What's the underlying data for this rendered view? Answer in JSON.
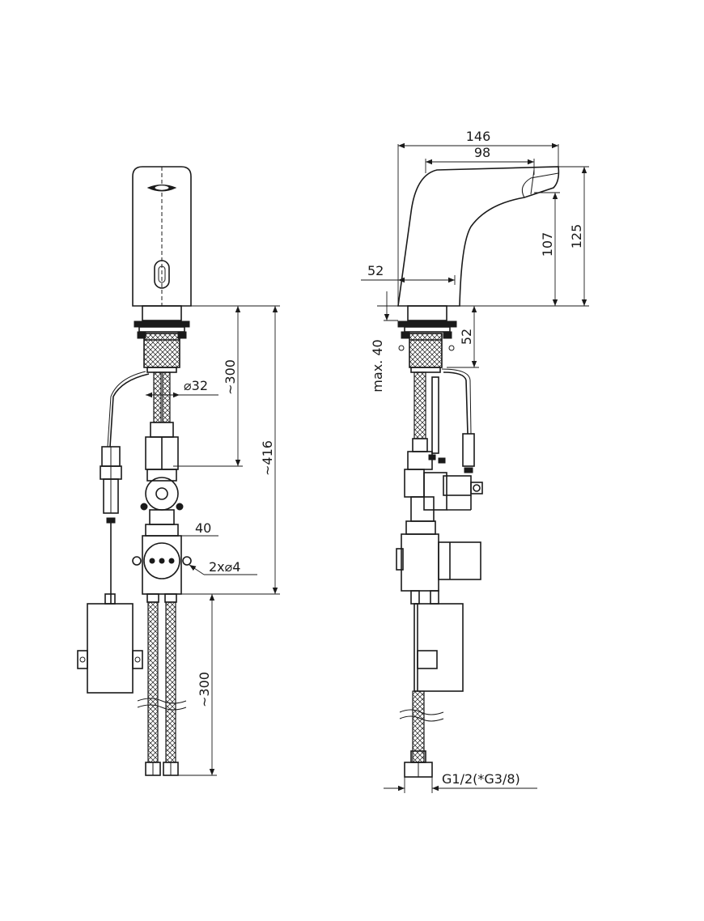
{
  "dimensions": {
    "front": {
      "hose_top_length": "~300",
      "thread_diameter": "⌀32",
      "total_height": "~416",
      "valve_width": "40",
      "mount_holes": "2x⌀4",
      "hose_bottom_length": "~300"
    },
    "side": {
      "overall_depth": "146",
      "spout_reach": "98",
      "base_width": "52",
      "outlet_height": "107",
      "total_height": "125",
      "max_deck_thickness": "max. 40",
      "shank_offset": "52",
      "connection_thread": "G1/2(*G3/8)"
    }
  },
  "colors": {
    "line": "#1a1a1a",
    "paper": "#ffffff"
  }
}
